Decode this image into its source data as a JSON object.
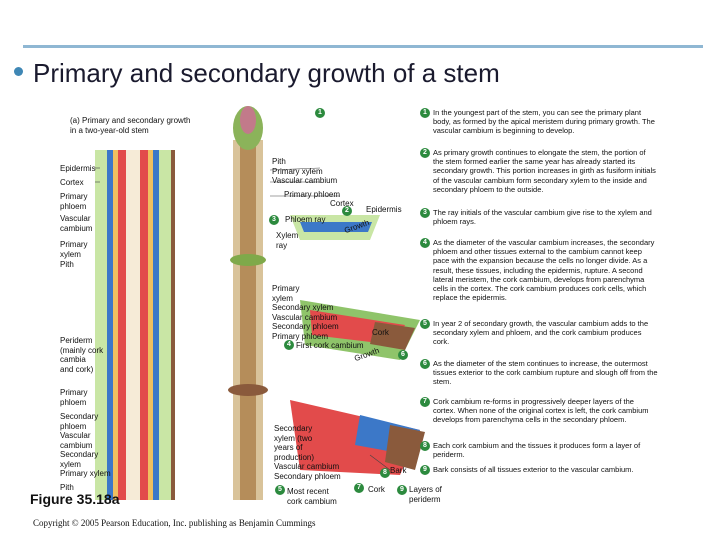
{
  "slide": {
    "title": "Primary and secondary growth of a stem",
    "figure_label": "Figure 35.18a",
    "copyright": "Copyright © 2005 Pearson Education, Inc. publishing as Benjamin Cummings"
  },
  "diagram": {
    "caption": "(a) Primary and secondary growth\nin a two-year-old stem",
    "left_labels": {
      "epidermis": "Epidermis",
      "cortex": "Cortex",
      "primary_phloem": "Primary\nphloem",
      "vascular_cambium": "Vascular\ncambium",
      "primary_xylem": "Primary\nxylem",
      "pith": "Pith",
      "periderm": "Periderm\n(mainly cork\ncambia\nand cork)",
      "primary_phloem_2": "Primary\nphloem",
      "lower_stack": "Secondary\nphloem\nVascular\ncambium\nSecondary\nxylem\nPrimary xylem",
      "pith_2": "Pith"
    },
    "center_labels": {
      "pith_stack": "Pith\nPrimary xylem\nVascular cambium",
      "primary_phloem": "Primary phloem",
      "cortex": "Cortex",
      "epidermis": "Epidermis",
      "phloem_ray": "Phloem ray",
      "growth": "Growth",
      "xylem_ray": "Xylem\nray",
      "secondary_stack": "Primary\nxylem\nSecondary xylem\nVascular cambium\nSecondary phloem\nPrimary phloem",
      "cork": "Cork",
      "first_cork_cambium": "First cork cambium",
      "growth_2": "Growth",
      "lower_secondary": "Secondary\nxylem (two\nyears of\nproduction)\nVascular cambium\nSecondary phloem",
      "most_recent_cork": "Most recent\ncork cambium",
      "bark": "Bark",
      "cork_2": "Cork",
      "layers_of_periderm": "Layers of\nperiderm"
    },
    "markers": [
      "1",
      "2",
      "3",
      "4",
      "5",
      "6",
      "7",
      "8",
      "9"
    ]
  },
  "steps": [
    {
      "n": "1",
      "text": "In the youngest part of the stem, you can see the primary plant body, as formed by the apical meristem during primary growth. The vascular cambium is beginning to develop."
    },
    {
      "n": "2",
      "text": "As primary growth continues to elongate the stem, the portion of the stem formed earlier the same year has already started its secondary growth. This portion increases in girth as fusiform initials of the vascular cambium form secondary xylem to the inside and secondary phloem to the outside."
    },
    {
      "n": "3",
      "text": "The ray initials of the vascular cambium give rise to the xylem and phloem rays."
    },
    {
      "n": "4",
      "text": "As the diameter of the vascular cambium increases, the secondary phloem and other tissues external to the cambium cannot keep pace with the expansion because the cells no longer divide. As a result, these tissues, including the epidermis, rupture. A second lateral meristem, the cork cambium, develops from parenchyma cells in the cortex. The cork cambium produces cork cells, which replace the epidermis."
    },
    {
      "n": "5",
      "text": "In year 2 of secondary growth, the vascular cambium adds to the secondary xylem and phloem, and the cork cambium produces cork."
    },
    {
      "n": "6",
      "text": "As the diameter of the stem continues to increase, the outermost tissues exterior to the cork cambium rupture and slough off from the stem."
    },
    {
      "n": "7",
      "text": "Cork cambium re-forms in progressively deeper layers of the cortex. When none of the original cortex is left, the cork cambium develops from parenchyma cells in the secondary phloem."
    },
    {
      "n": "8",
      "text": "Each cork cambium and the tissues it produces form a layer of periderm."
    },
    {
      "n": "9",
      "text": "Bark consists of all tissues exterior to the vascular cambium."
    }
  ],
  "colors": {
    "accent": "#3f87b5",
    "rule": "#8fb7d3",
    "marker": "#2c8a3e",
    "xylem": "#e24b4b",
    "phloem": "#3c78c8",
    "cork": "#8a5a3c",
    "cortex": "#c9e6a5"
  }
}
